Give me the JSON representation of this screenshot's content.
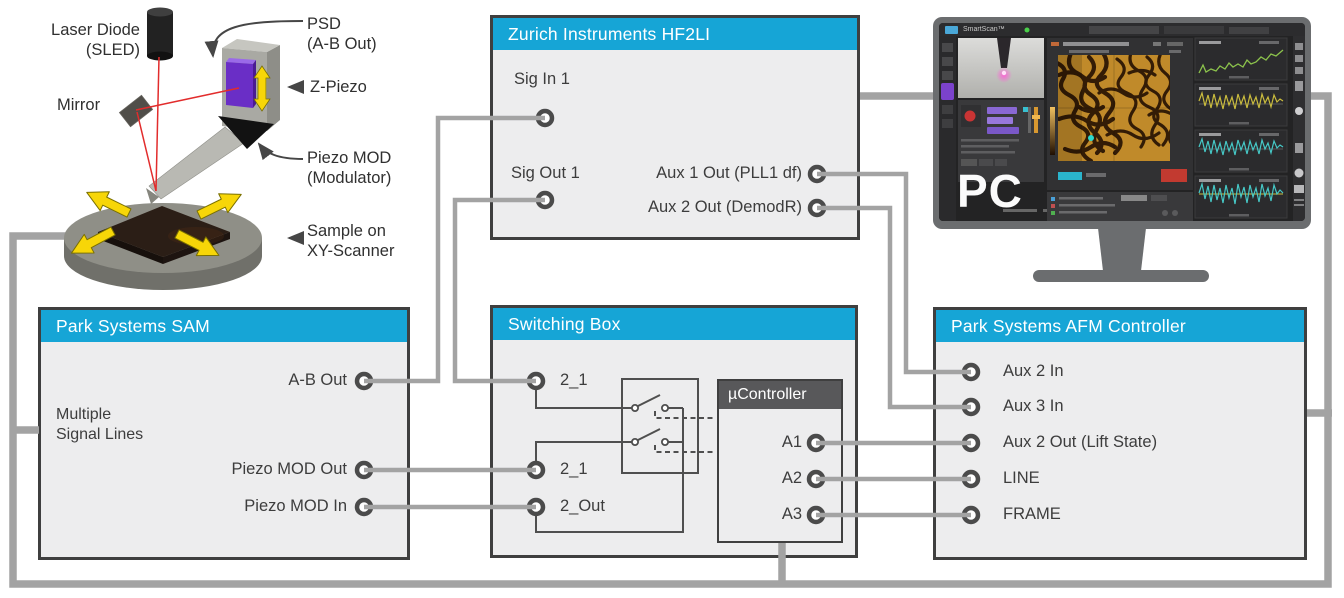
{
  "sketch": {
    "laser_diode": [
      "Laser Diode",
      "(SLED)"
    ],
    "mirror": "Mirror",
    "psd": [
      "PSD",
      "(A-B Out)"
    ],
    "z_piezo": "Z-Piezo",
    "piezo_mod": [
      "Piezo MOD",
      "(Modulator)"
    ],
    "sample": [
      "Sample on",
      "XY-Scanner"
    ]
  },
  "hf2li": {
    "title": "Zurich Instruments HF2LI",
    "sig_in_1": "Sig In 1",
    "sig_out_1": "Sig Out 1",
    "aux1_out": "Aux 1 Out (PLL1 df)",
    "aux2_out": "Aux 2 Out (DemodR)"
  },
  "sam": {
    "title": "Park Systems SAM",
    "ab_out": "A-B Out",
    "note": [
      "Multiple",
      "Signal Lines"
    ],
    "piezo_mod_out": "Piezo MOD Out",
    "piezo_mod_in": "Piezo MOD In"
  },
  "switching": {
    "title": "Switching Box",
    "port_top": "2_1",
    "port_mid": "2_1",
    "port_out": "2_Out",
    "micro": {
      "title": "µController",
      "a1": "A1",
      "a2": "A2",
      "a3": "A3"
    }
  },
  "afm_controller": {
    "title": "Park Systems AFM Controller",
    "aux2_in": "Aux 2 In",
    "aux3_in": "Aux 3 In",
    "aux2_out_lift": "Aux 2 Out (Lift State)",
    "line": "LINE",
    "frame": "FRAME"
  },
  "pc": {
    "label": "PC",
    "app_title": "SmartScan™"
  },
  "colors": {
    "header_cyan": "#16a5d6",
    "box_border": "#3f3f3f",
    "box_body": "#ededee",
    "wire_gray": "#a3a3a3",
    "port_ring": "#4b4b4b",
    "ucontroller_header": "#58585a",
    "laser_red": "#e22c2c",
    "accent_yellow": "#f7d608",
    "psd_purple": "#6a2ec6",
    "afm_image_gold": "#c08a2a"
  }
}
